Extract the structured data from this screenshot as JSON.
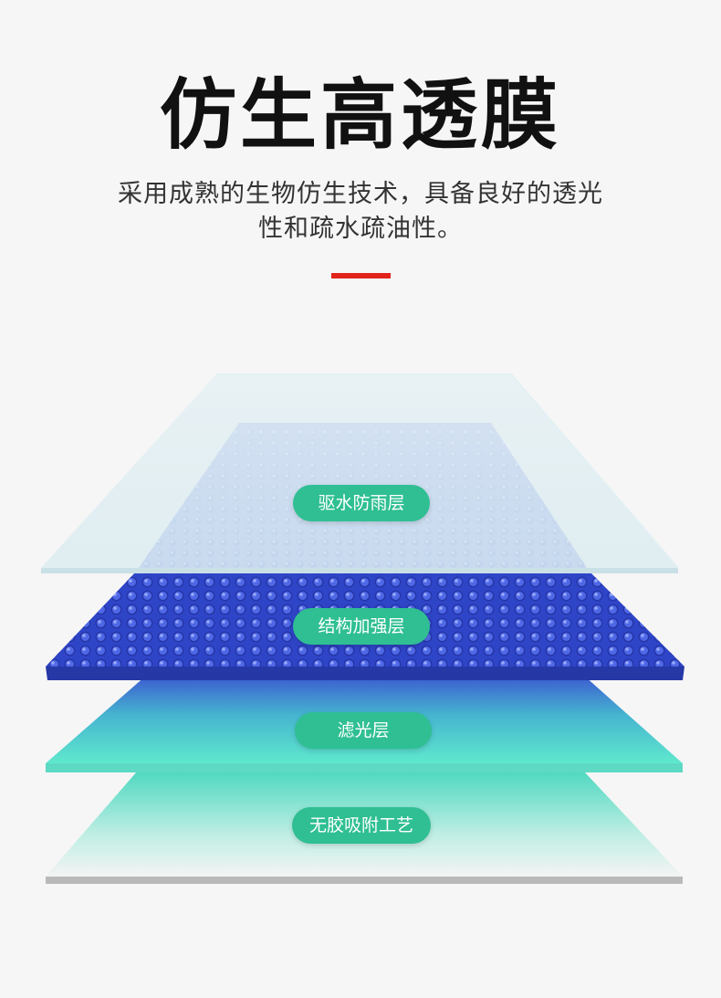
{
  "header": {
    "title": "仿生高透膜",
    "description_line1": "采用成熟的生物仿生技术，具备良好的透光",
    "description_line2": "性和疏水疏油性。"
  },
  "colors": {
    "accent": "#e2231a",
    "pill": "#2fbf92",
    "film_blue": "#3a52d6",
    "film_teal": "#5de0c7"
  },
  "layers": [
    {
      "label": "驱水防雨层"
    },
    {
      "label": "结构加强层"
    },
    {
      "label": "滤光层"
    },
    {
      "label": "无胶吸附工艺"
    }
  ]
}
